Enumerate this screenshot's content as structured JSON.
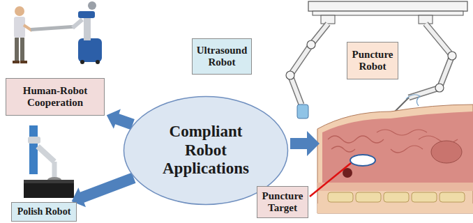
{
  "diagram": {
    "nodes": [
      {
        "text": [
          "Human-Robot Cooperation"
        ]
      },
      {
        "text": [
          "Ultrasound Robot"
        ]
      },
      {
        "text": [
          "Puncture Robot"
        ]
      },
      {
        "text": [
          "Compliant Robot Applications"
        ]
      },
      {
        "text": [
          "Puncture Target"
        ]
      },
      {
        "text": [
          "Polish Robot"
        ]
      }
    ],
    "edges": [
      {
        "from": 3,
        "to": 0,
        "arrow": "to"
      },
      {
        "from": 3,
        "to": 5,
        "arrow": "to"
      }
    ]
  }
}
